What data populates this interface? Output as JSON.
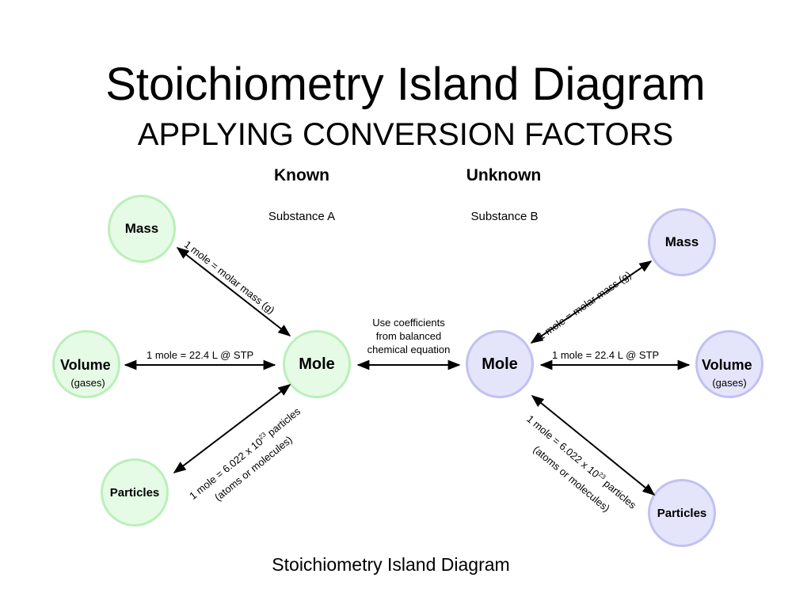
{
  "title": "Stoichiometry Island Diagram",
  "subtitle": "APPLYING CONVERSION FACTORS",
  "known": {
    "heading": "Known",
    "substance": "Substance A"
  },
  "unknown": {
    "heading": "Unknown",
    "substance": "Substance B"
  },
  "islands": {
    "mass": "Mass",
    "mole": "Mole",
    "volume": "Volume",
    "gases": "(gases)",
    "particles": "Particles"
  },
  "conversions": {
    "mass": "1 mole  =  molar mass (g)",
    "volume": "1 mole  =  22.4 L @ STP",
    "particles_line1_a": "1 mole  =  6.022 x 10",
    "particles_exp": "23",
    "particles_line1_b": " particles",
    "particles_line2": "(atoms or molecules)",
    "coefficients_line1": "Use coefficients",
    "coefficients_line2": "from balanced",
    "coefficients_line3": "chemical equation"
  },
  "caption": "Stoichiometry Island Diagram",
  "colors": {
    "known_fill": "#e6fbe6",
    "known_border": "#b9f0b9",
    "unknown_fill": "#e4e4fb",
    "unknown_border": "#c1c1f2",
    "arrow": "#000000"
  }
}
